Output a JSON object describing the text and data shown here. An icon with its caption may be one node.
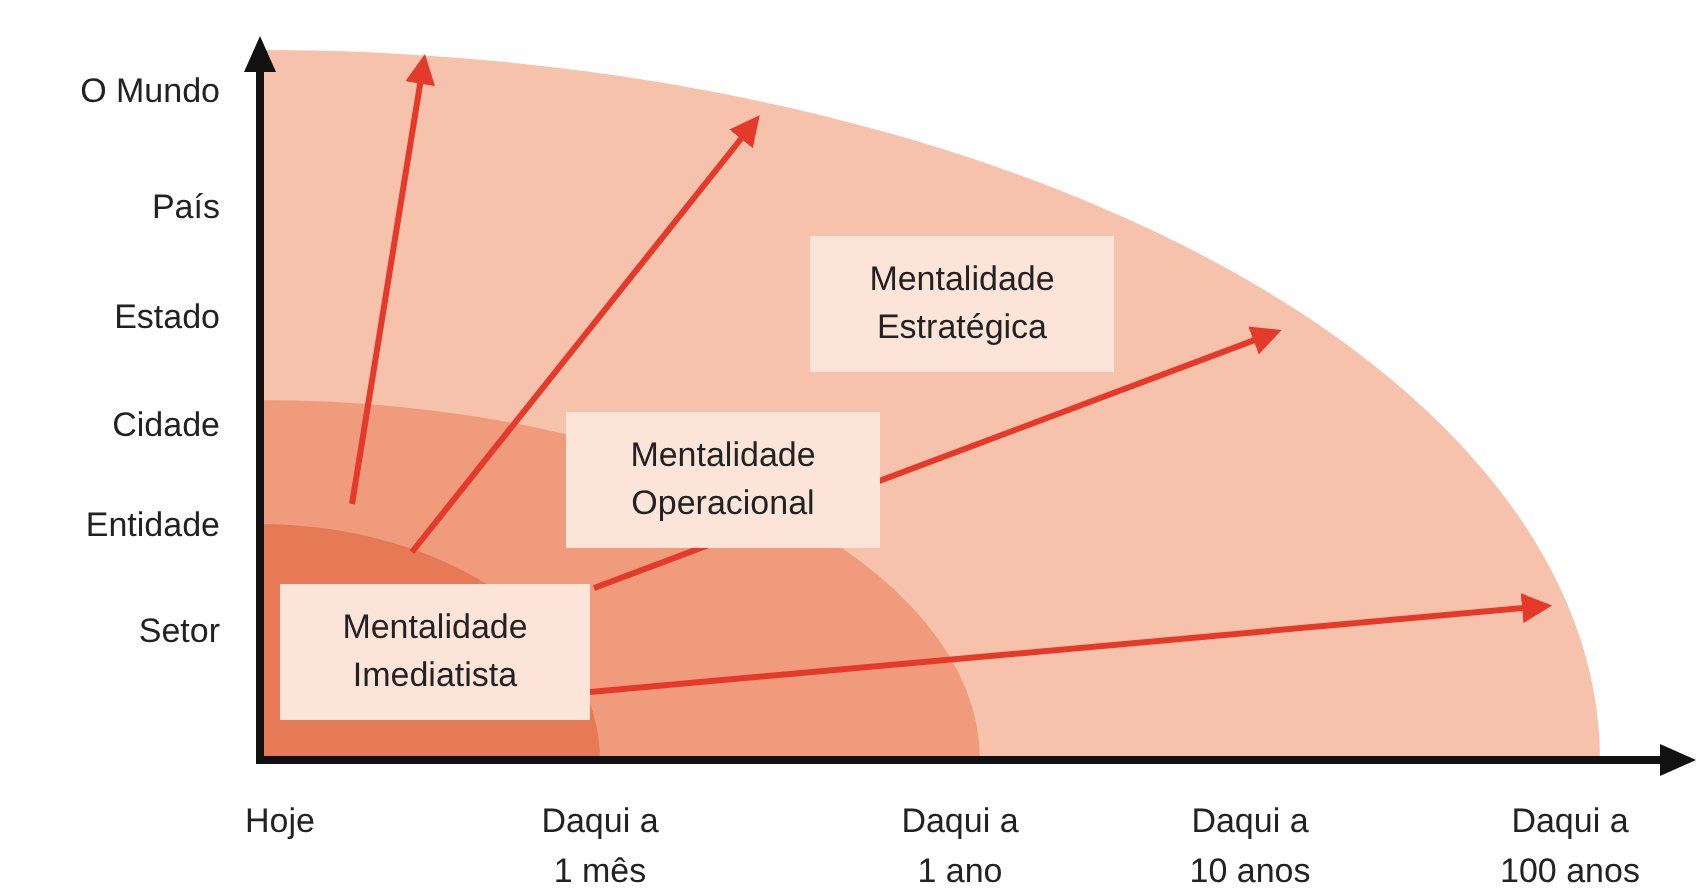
{
  "diagram": {
    "nodes": [
      {
        "text": [],
        "shape": "circle"
      },
      {
        "text": [
          "Mentalidade Estratégica"
        ],
        "in": 0
      },
      {
        "text": [],
        "shape": "circle",
        "in": 0
      },
      {
        "text": [
          "Mentalidade Operacional"
        ],
        "in": 2
      },
      {
        "text": [],
        "shape": "circle",
        "in": 2
      },
      {
        "text": [
          "Mentalidade Imediatista"
        ],
        "in": 4
      }
    ],
    "edges": [
      {
        "from": 2,
        "to": null,
        "arrow": "to"
      },
      {
        "from": 4,
        "to": null,
        "arrow": "to"
      },
      {
        "from": 5,
        "to": null,
        "arrow": "to"
      },
      {
        "from": 5,
        "to": null,
        "arrow": "to"
      }
    ],
    "labels": [
      "O Mundo",
      "País",
      "Estado",
      "Cidade",
      "Entidade",
      "Setor",
      "Hoje",
      "Daqui a 1 mês",
      "Daqui a 1 ano",
      "Daqui a 10 anos",
      "Daqui a 100 anos"
    ]
  }
}
